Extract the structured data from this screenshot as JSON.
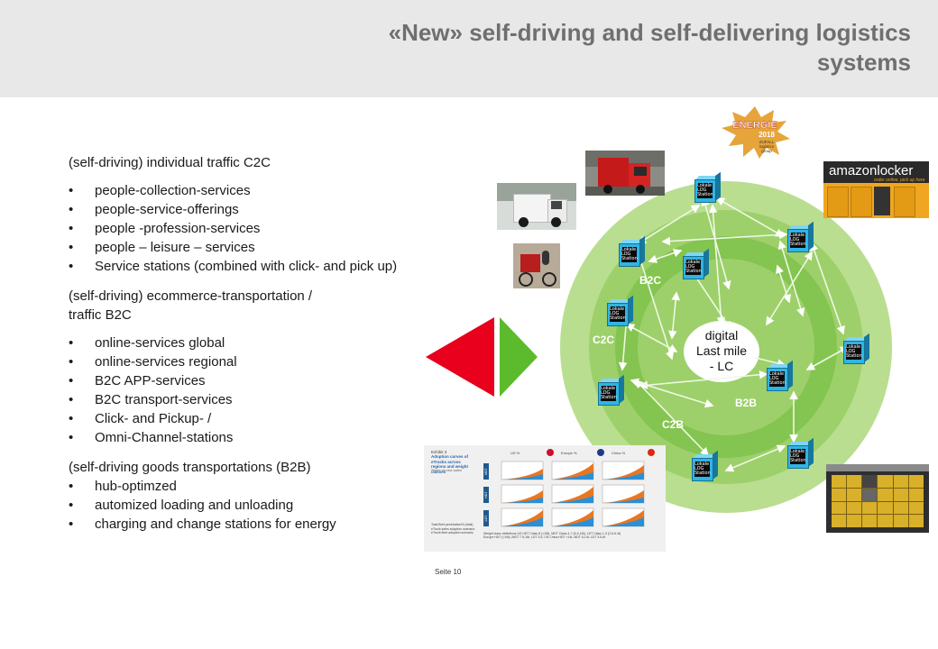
{
  "header": {
    "title_line1": "«New» self-driving and self-delivering logistics",
    "title_line2": "systems"
  },
  "sections": {
    "c2c": {
      "heading": "(self-driving)  individual  traffic C2C",
      "items": [
        "people-collection-services",
        "people-service-offerings",
        "people  -profession-services",
        "people  – leisure  – services",
        "Service stations  (combined  with  click- and  pick up)"
      ]
    },
    "b2c": {
      "heading_line1": "(self-driving)  ecommerce-transportation   /",
      "heading_line2": "traffic B2C",
      "items": [
        "online-services  global",
        "online-services  regional",
        "B2C APP-services",
        "B2C transport-services",
        "Click- and  Pickup-  /",
        "Omni-Channel-stations"
      ]
    },
    "b2b": {
      "heading": "(self-driving  goods  transportations  (B2B)",
      "items": [
        "hub-optimzed",
        "automized  loading  and  unloading",
        "charging  and  change  stations  for energy"
      ]
    }
  },
  "diagram": {
    "center_line1": "digital",
    "center_line2": "Last mile",
    "center_line3": "- LC",
    "ring_labels": {
      "b2c": "B2C",
      "c2c": "C2C",
      "b2b": "B2B",
      "c2b": "C2B"
    },
    "station_label": "Lokale LOG Station",
    "colors": {
      "outer": "#b5dc8a",
      "middle": "#96cc62",
      "inner": "#7cbf45",
      "arrow": "#e8f4dc",
      "station": "#2eb5e6"
    }
  },
  "pointer": {
    "left_color": "#e8001c",
    "right_color": "#5cbb2c"
  },
  "logo": {
    "line1": "ENERGIE",
    "line2": "2018",
    "line3": "ZUFALL",
    "line4": "logistics",
    "line5": "group"
  },
  "amazon": {
    "brand": "amazonlocker",
    "tagline": "order online, pick up here"
  },
  "chart": {
    "exhibit": "Exhibit 3",
    "title": "Adoption curves of eTrucks across regions and weight classes",
    "subtitle": "Share of new sales",
    "regions": [
      "US %",
      "Europe %",
      "China %"
    ],
    "rows": [
      "MDT",
      "HDT",
      "LDT"
    ],
    "legend1": "Total fleet penetration% (total)",
    "legend2": "eTruck sales adoption scenario",
    "legend3": "eTruck fleet adoption scenario",
    "footnote1": "Weight class definitions US HDT Class 8 (>15t), MDT Class 4-7 (6.4-15t), LDT Class 1-3 (2.6-6.4t)",
    "footnote2": "Europe HDT (>16t), MDT 7.5-16t, LDT 3.5-7.5t China HDT >14t, MDT 6-14t, LDT 3.5-6t"
  },
  "footer": {
    "page": "Seite 10"
  }
}
